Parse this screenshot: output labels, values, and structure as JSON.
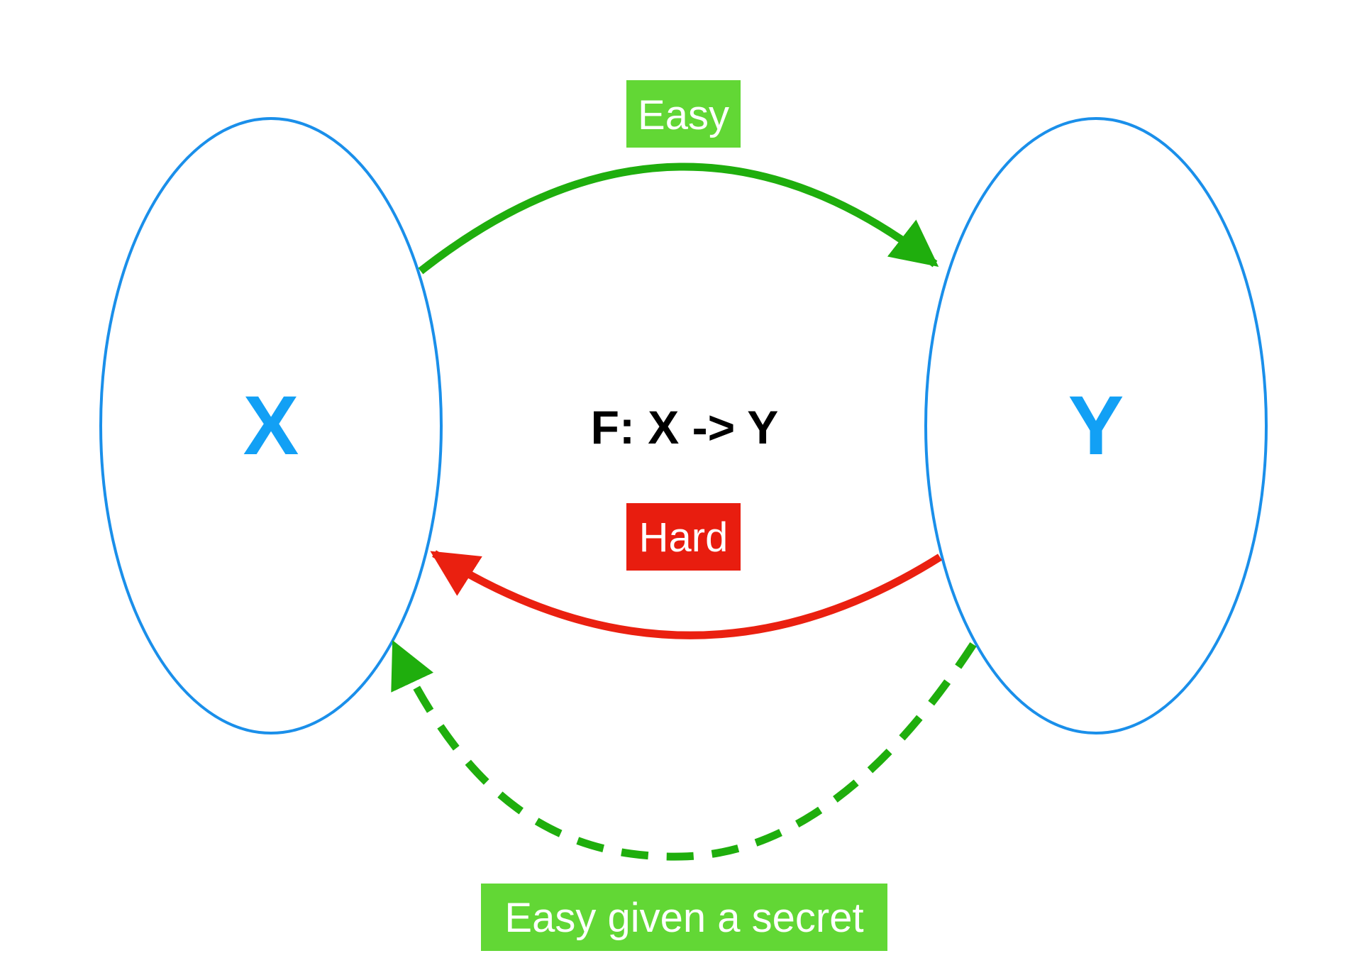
{
  "colors": {
    "set_outline": "#1a8fea",
    "set_label": "#12a0f5",
    "easy_arrow": "#1fae0d",
    "easy_tag_bg": "#62d735",
    "hard_arrow": "#ea2010",
    "hard_tag_bg": "#e81d0f",
    "tag_text": "#ffffff",
    "function_text": "#000000"
  },
  "sets": {
    "domain_label": "X",
    "codomain_label": "Y"
  },
  "function_label": "F: X -> Y",
  "forward_edge": {
    "tag": "Easy",
    "style": "solid"
  },
  "inverse_edge": {
    "tag": "Hard",
    "style": "solid"
  },
  "trapdoor_edge": {
    "tag": "Easy given a secret",
    "style": "dashed"
  }
}
